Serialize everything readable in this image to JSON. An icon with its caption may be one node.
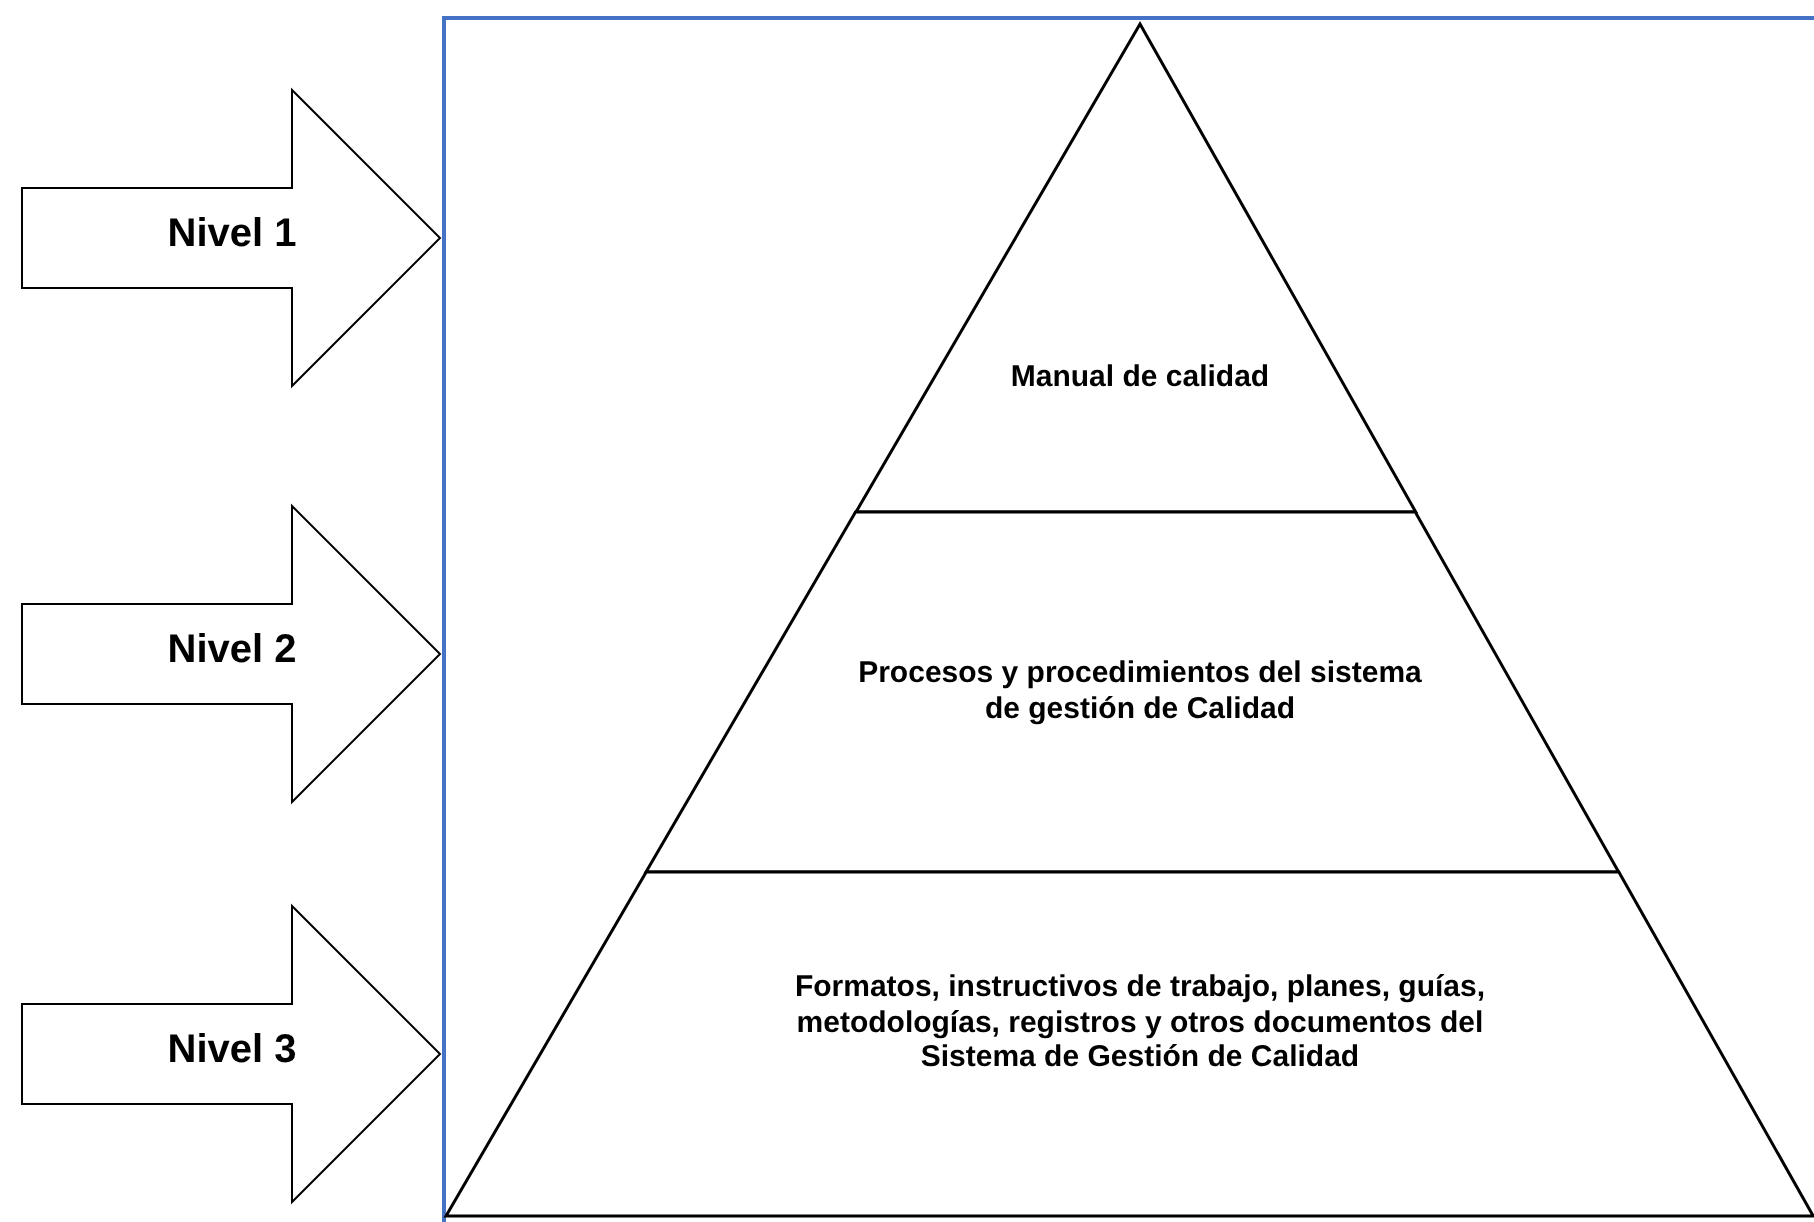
{
  "diagram": {
    "nodes": [
      {
        "text": [],
        "shape": "box"
      },
      {
        "text": [
          "Manual de calidad"
        ],
        "in": 0
      },
      {
        "text": [
          "Procesos y procedimientos del sistema de gestión de Calidad"
        ],
        "in": 0
      },
      {
        "text": [
          "Formatos, instructivos de trabajo, planes, guías, metodologías, registros y otros documentos del Sistema de Gestión de Calidad"
        ],
        "in": 0
      },
      {
        "text": [
          "Nivel 1"
        ]
      },
      {
        "text": [
          "Nivel 2"
        ]
      },
      {
        "text": [
          "Nivel 3"
        ]
      }
    ]
  }
}
